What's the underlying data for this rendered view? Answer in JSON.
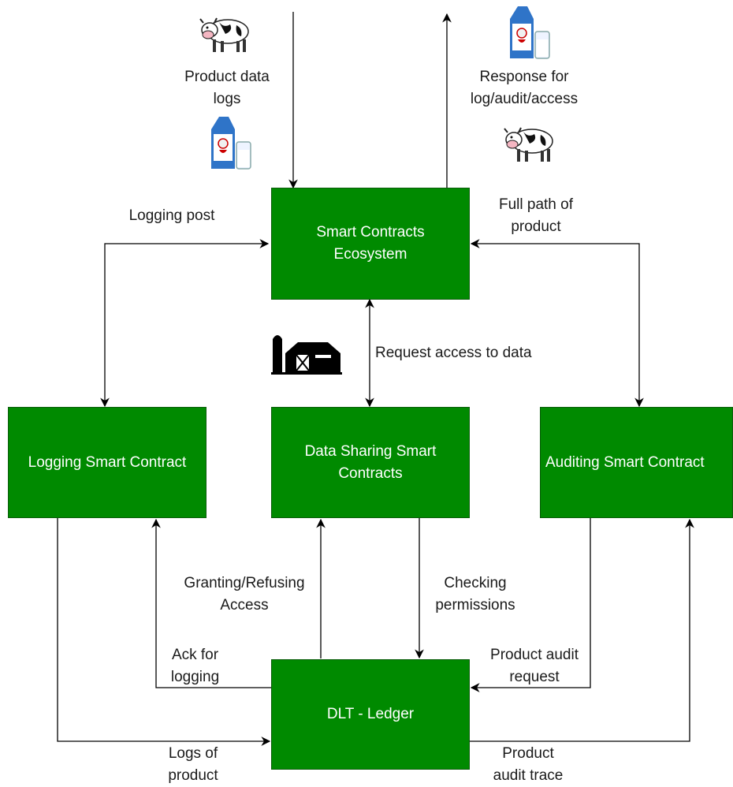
{
  "nodes": {
    "ecosystem": "Smart Contracts\nEcosystem",
    "logging": "Logging Smart Contract",
    "data_sharing": "Data Sharing Smart\nContracts",
    "auditing": "Auditing Smart Contract",
    "ledger": "DLT - Ledger"
  },
  "labels": {
    "product_data_logs": "Product data\nlogs",
    "response": "Response for\nlog/audit/access",
    "logging_post": "Logging post",
    "full_path": "Full path of\nproduct",
    "request_access": "Request access to data",
    "granting": "Granting/Refusing\nAccess",
    "checking": "Checking\npermissions",
    "ack": "Ack for\nlogging",
    "product_audit_request": "Product audit\nrequest",
    "logs_of_product": "Logs of\nproduct",
    "product_audit_trace": "Product\naudit trace"
  },
  "icons": [
    "cow-icon",
    "milk-carton-icon",
    "farm-barn-icon"
  ],
  "colors": {
    "box_fill": "#008a00",
    "box_text": "#ffffff",
    "line": "#000000"
  }
}
